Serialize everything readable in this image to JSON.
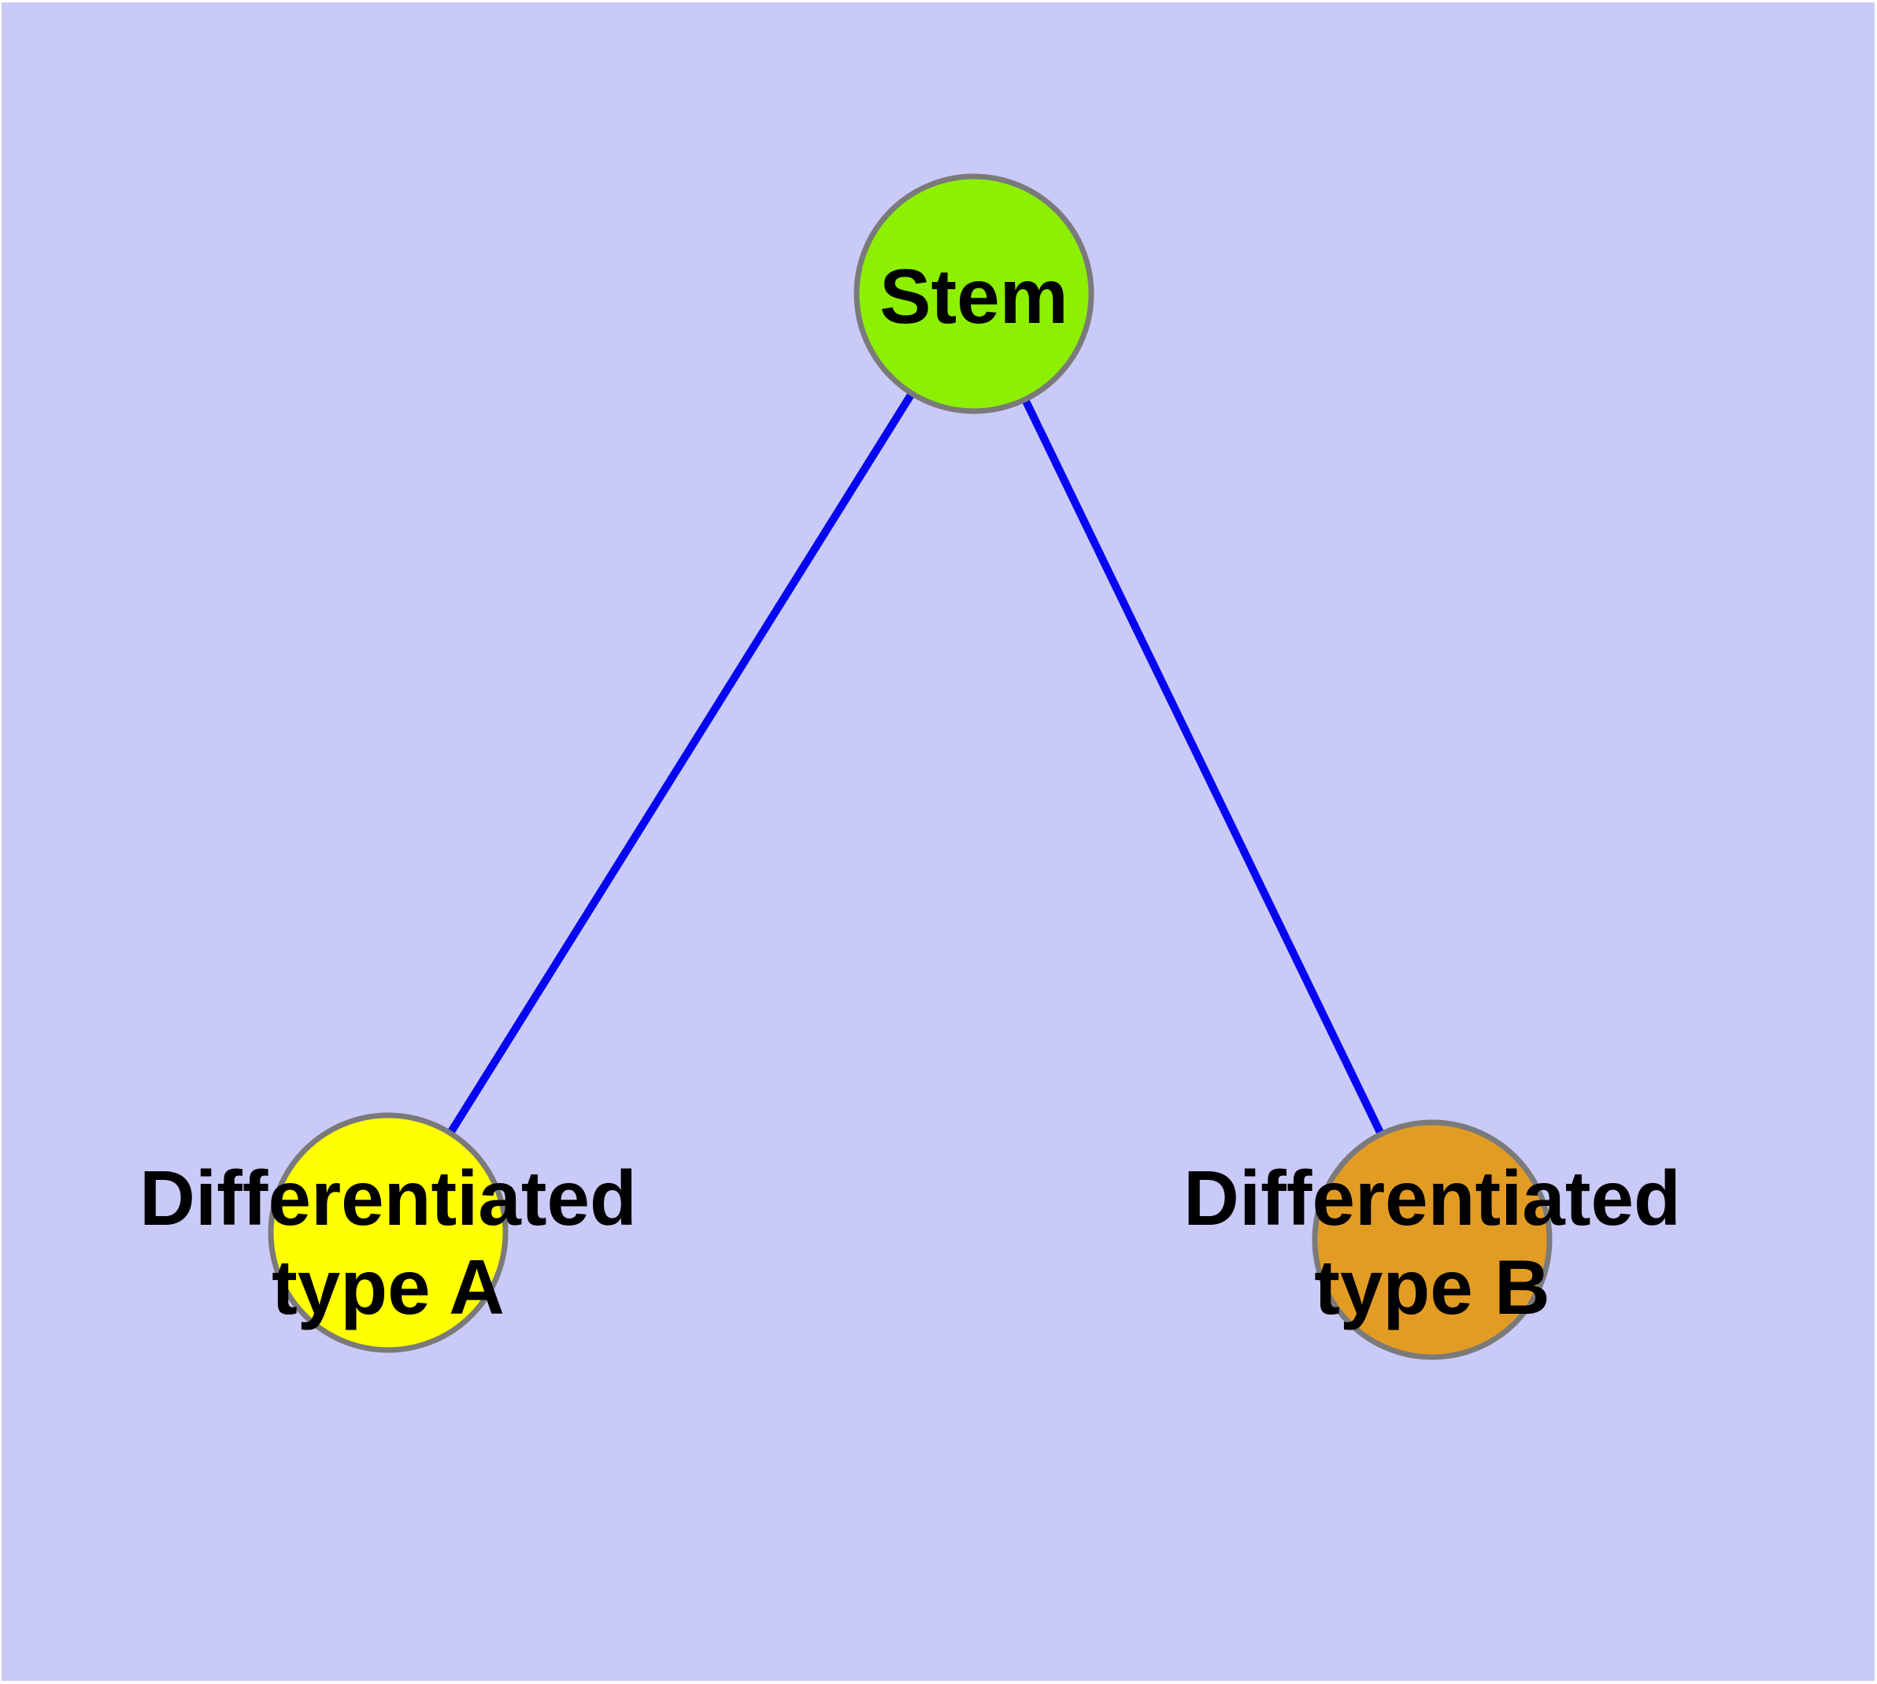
{
  "diagram": {
    "kind": "node-link graph",
    "background_color": "#cacaf8",
    "margin_color": "#ffffff",
    "node_border_color": "#7a7a7a",
    "edge_color": "#0505f2",
    "label_color": "#000000",
    "nodes": [
      {
        "id": "stem",
        "label": "Stem",
        "line1": "Stem",
        "line2": "",
        "color": "#8cf000"
      },
      {
        "id": "type-a",
        "label": "Differentiated type A",
        "line1": "Differentiated",
        "line2": "type A",
        "color": "#ffff00"
      },
      {
        "id": "type-b",
        "label": "Differentiated type B",
        "line1": "Differentiated",
        "line2": "type B",
        "color": "#e29c24"
      }
    ],
    "edges": [
      {
        "from": "Stem",
        "to": "Differentiated type A"
      },
      {
        "from": "Stem",
        "to": "Differentiated type B"
      }
    ]
  }
}
